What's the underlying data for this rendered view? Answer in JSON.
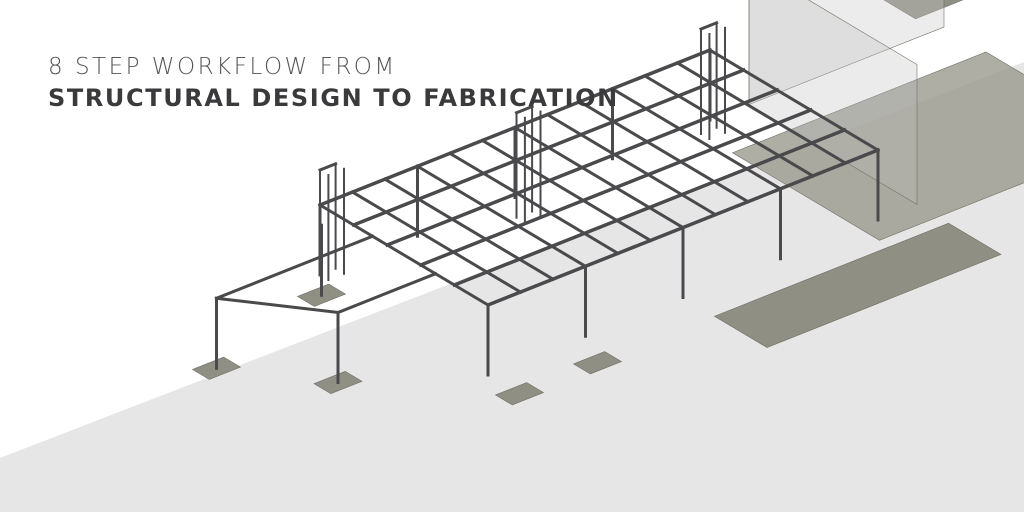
{
  "banner": {
    "title_line1": "8 STEP WORKFLOW FROM",
    "title_line2": "STRUCTURAL DESIGN TO FABRICATION"
  },
  "colors": {
    "background": "#ffffff",
    "ground": "#e6e6e6",
    "steel": "#4a4a4d",
    "concrete": "#8f8f84",
    "title": "#3a3a3c"
  },
  "illustration": {
    "icon": "structural-steel-frame-3d-model"
  }
}
